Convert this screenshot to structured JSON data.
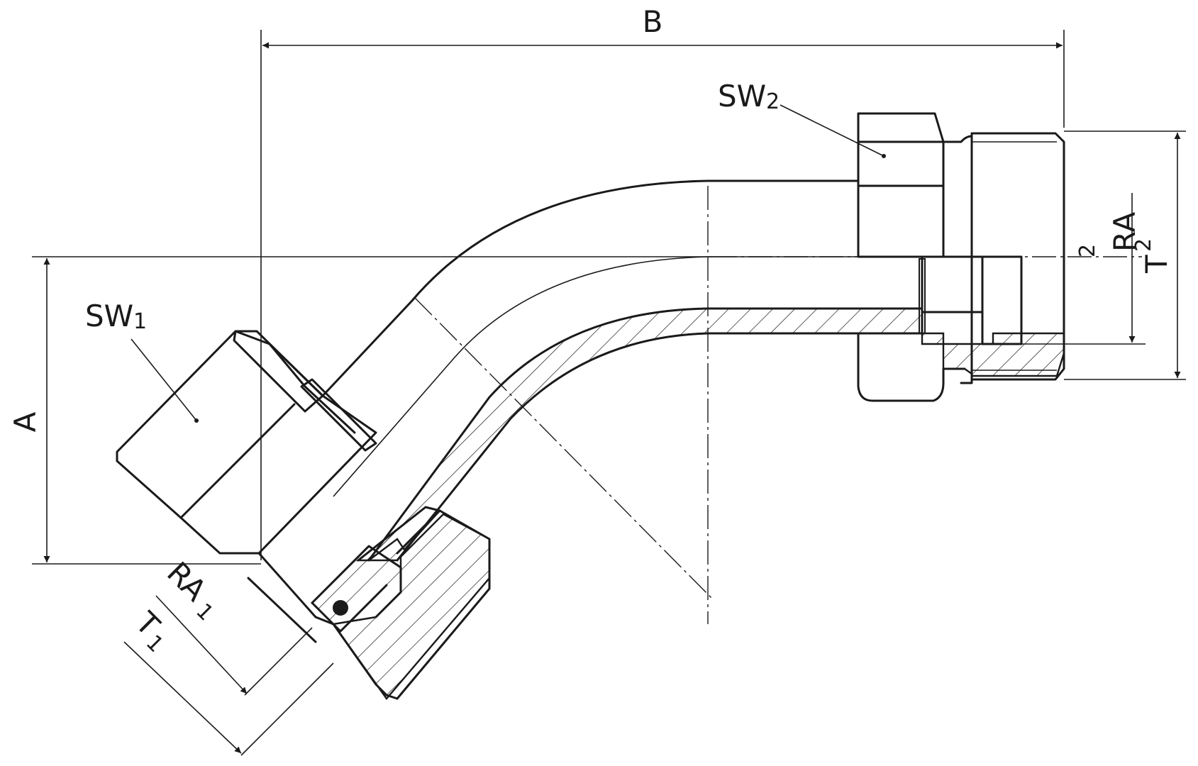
{
  "labels": {
    "overall_width": "B",
    "overall_height": "A",
    "wrench_size_1": "SW",
    "wrench_size_1_index": "1",
    "wrench_size_2": "SW",
    "wrench_size_2_index": "2",
    "thread_1": "RA",
    "thread_1_index": "1",
    "length_1": "T",
    "length_1_index": "1",
    "thread_2": "RA",
    "thread_2_index": "2",
    "length_2": "T",
    "length_2_index": "2"
  }
}
